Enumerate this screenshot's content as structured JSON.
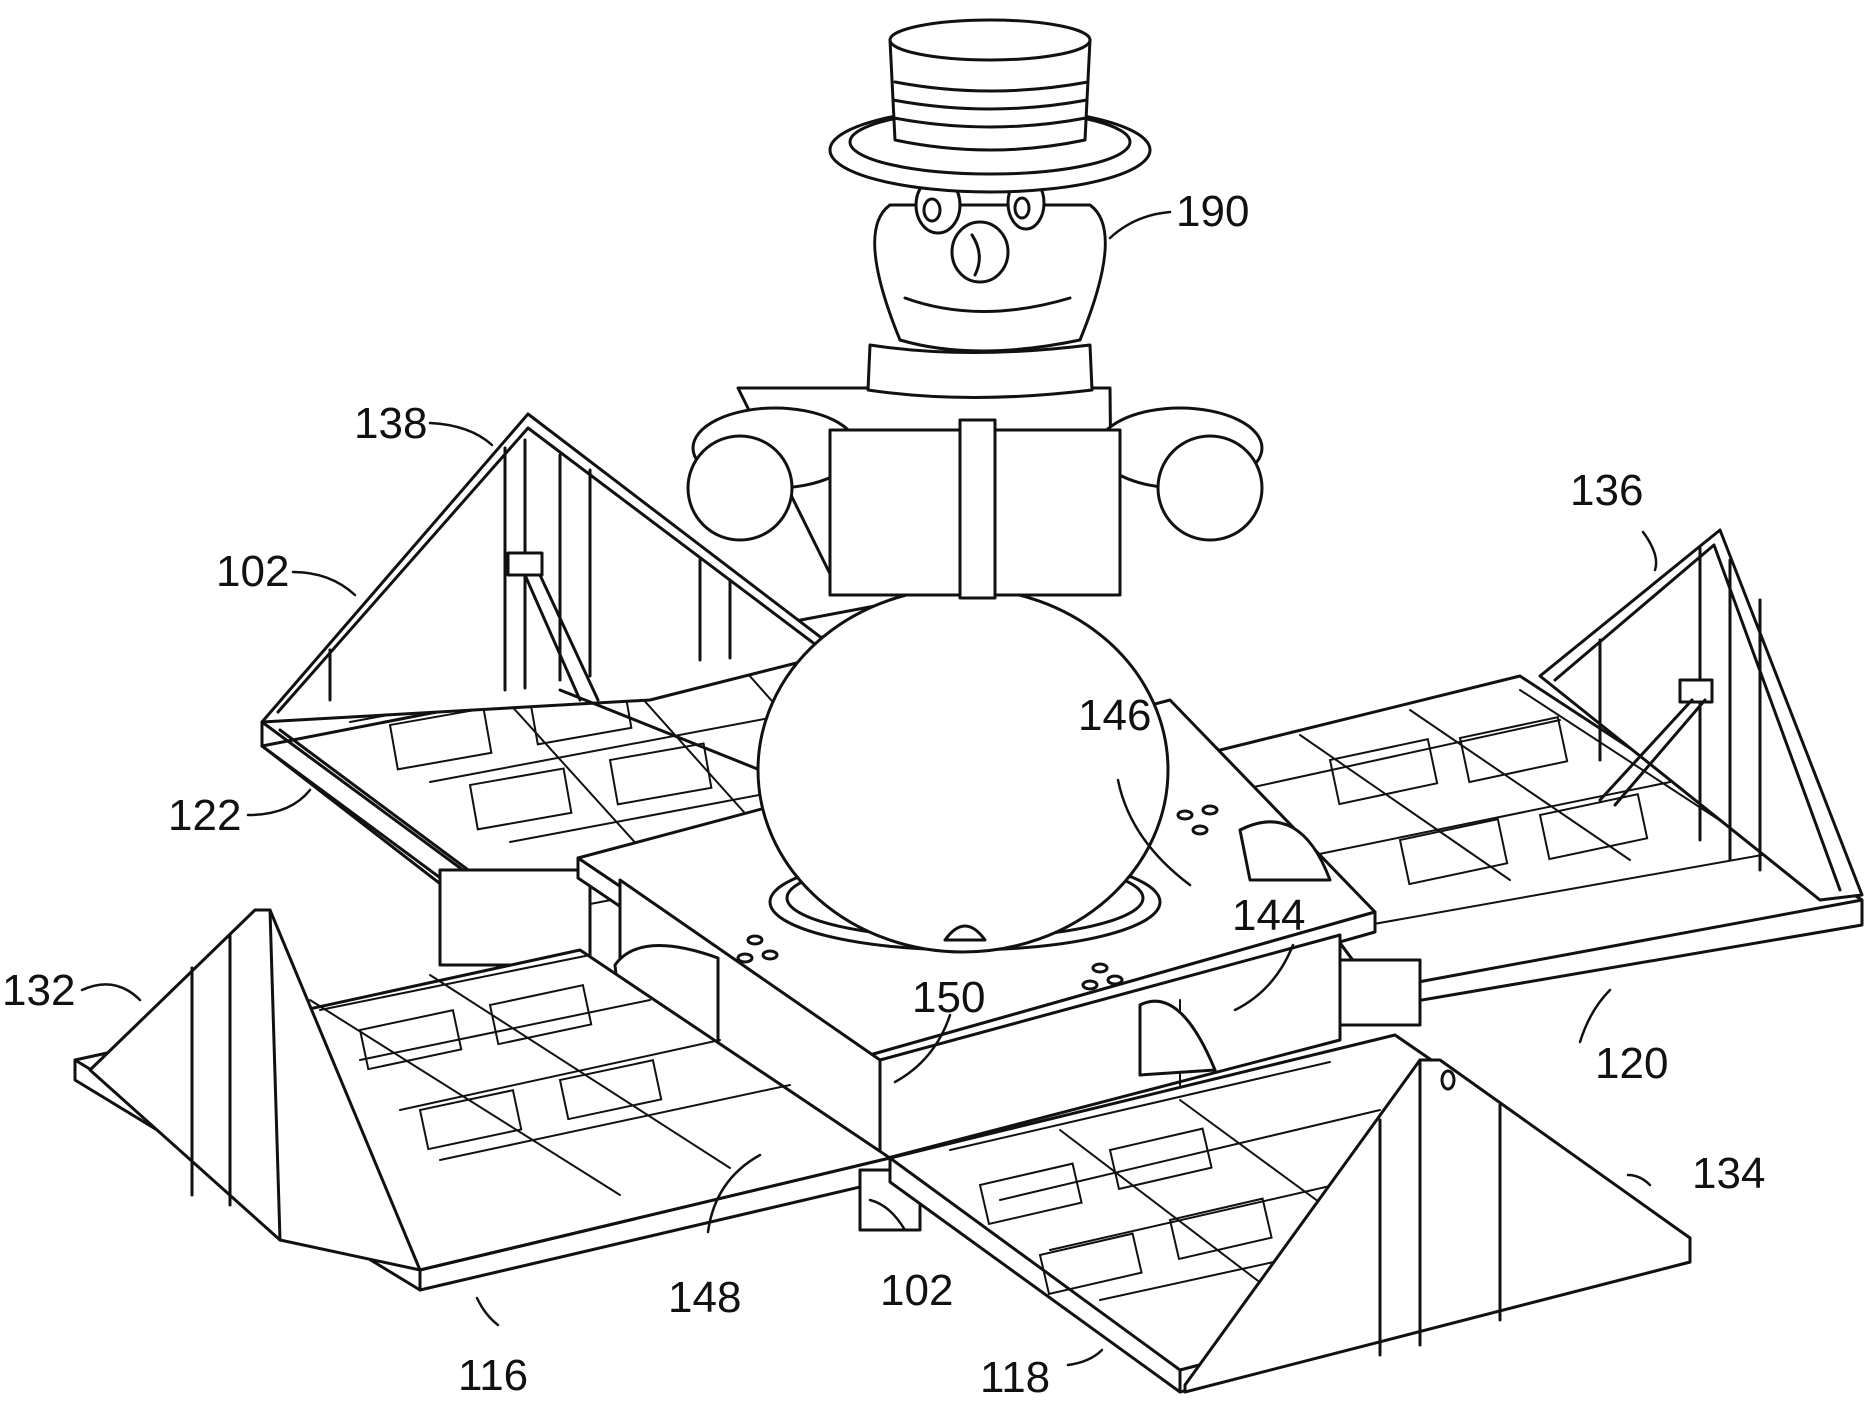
{
  "figure": {
    "colors": {
      "line": "#111111",
      "background": "#ffffff"
    },
    "labels": [
      {
        "id": "label-190",
        "text": "190"
      },
      {
        "id": "label-138",
        "text": "138"
      },
      {
        "id": "label-136",
        "text": "136"
      },
      {
        "id": "label-102-upper",
        "text": "102"
      },
      {
        "id": "label-146",
        "text": "146"
      },
      {
        "id": "label-122",
        "text": "122"
      },
      {
        "id": "label-144",
        "text": "144"
      },
      {
        "id": "label-132",
        "text": "132"
      },
      {
        "id": "label-150",
        "text": "150"
      },
      {
        "id": "label-120",
        "text": "120"
      },
      {
        "id": "label-134",
        "text": "134"
      },
      {
        "id": "label-148",
        "text": "148"
      },
      {
        "id": "label-102-lower",
        "text": "102"
      },
      {
        "id": "label-116",
        "text": "116"
      },
      {
        "id": "label-118",
        "text": "118"
      }
    ]
  }
}
